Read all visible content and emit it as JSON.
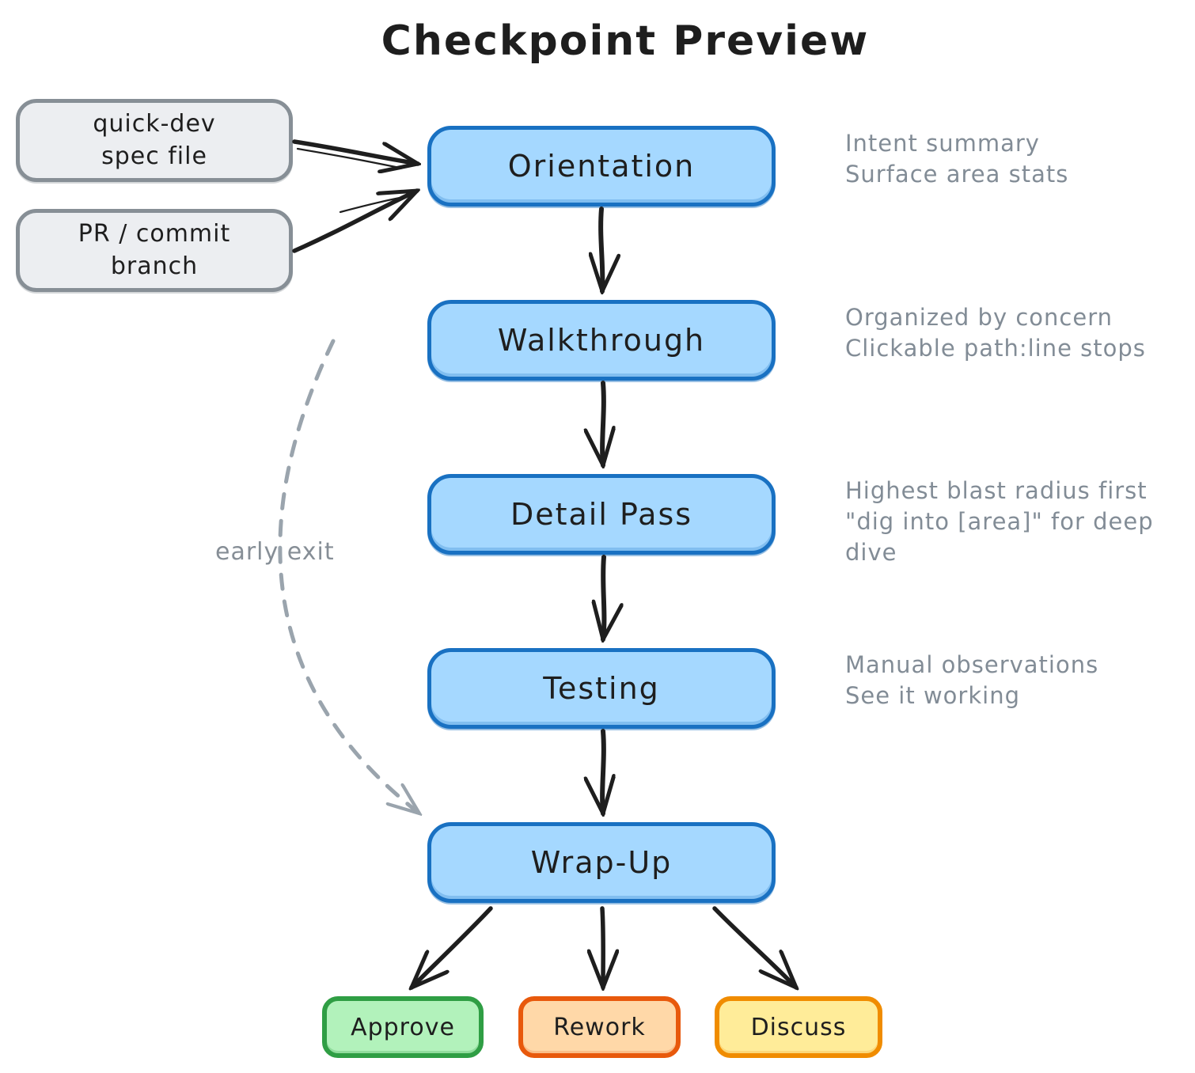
{
  "title": "Checkpoint Preview",
  "inputs": [
    {
      "label": "quick-dev\nspec file"
    },
    {
      "label": "PR / commit\nbranch"
    }
  ],
  "stages": [
    {
      "label": "Orientation",
      "note": "Intent summary\nSurface area stats"
    },
    {
      "label": "Walkthrough",
      "note": "Organized by concern\nClickable path:line stops"
    },
    {
      "label": "Detail Pass",
      "note": "Highest blast radius first\n\"dig into [area]\" for deep dive"
    },
    {
      "label": "Testing",
      "note": "Manual observations\nSee it working"
    },
    {
      "label": "Wrap-Up"
    }
  ],
  "outcomes": [
    {
      "label": "Approve",
      "fill": "#b2f2bb",
      "stroke": "#2f9e44"
    },
    {
      "label": "Rework",
      "fill": "#ffd8a8",
      "stroke": "#e8590c"
    },
    {
      "label": "Discuss",
      "fill": "#ffec99",
      "stroke": "#f08c00"
    }
  ],
  "annotations": {
    "early_exit": "early exit"
  },
  "colors": {
    "stage_fill": "#a5d8ff",
    "stage_stroke": "#1971c2",
    "input_fill": "#eceef1",
    "input_stroke": "#878f96",
    "note_text": "#828c96",
    "arrow": "#1e1e1e",
    "dashed_arrow": "#9aa4ad",
    "title_text": "#1e1e1e",
    "background": "#ffffff"
  }
}
